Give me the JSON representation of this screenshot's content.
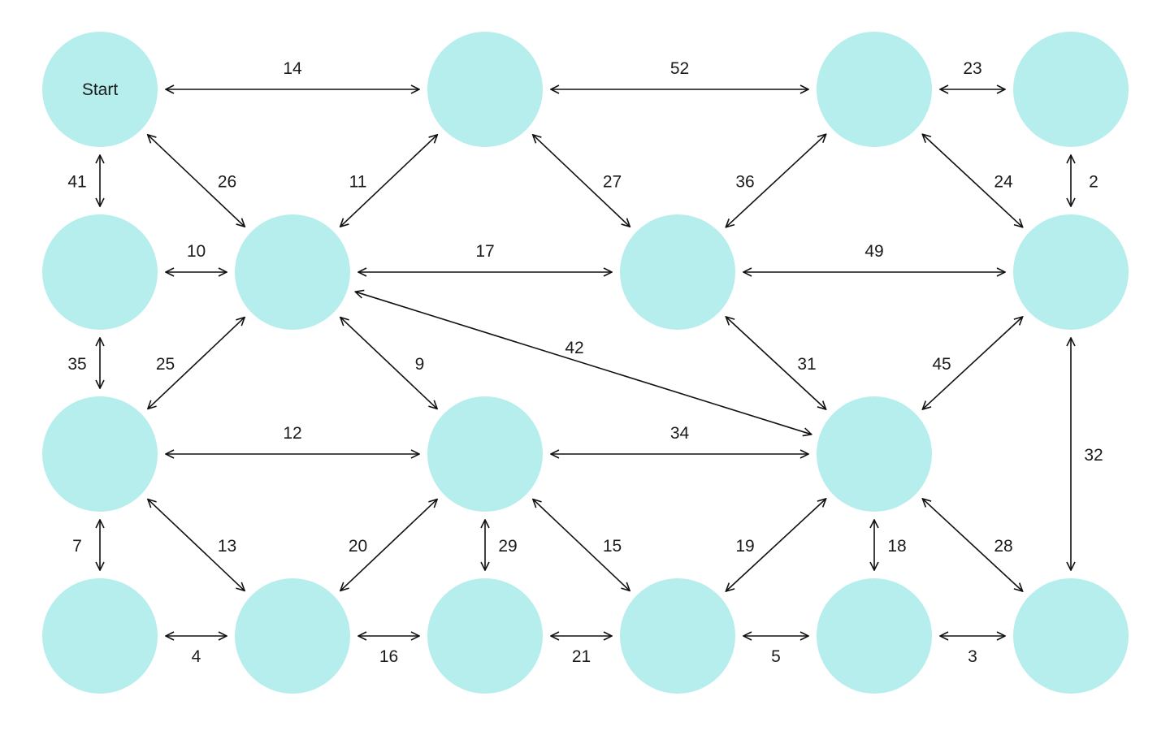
{
  "colors": {
    "node_fill": "#b5eeec",
    "edge_stroke": "#111111",
    "text": "#1b1b1b",
    "background": "#ffffff"
  },
  "nodes": [
    {
      "id": "r0c0",
      "row": 0,
      "col": 0,
      "label": "Start"
    },
    {
      "id": "r0c2",
      "row": 0,
      "col": 2,
      "label": ""
    },
    {
      "id": "r0c4",
      "row": 0,
      "col": 4,
      "label": ""
    },
    {
      "id": "r0c5",
      "row": 0,
      "col": 5,
      "label": ""
    },
    {
      "id": "r1c0",
      "row": 1,
      "col": 0,
      "label": ""
    },
    {
      "id": "r1c1",
      "row": 1,
      "col": 1,
      "label": ""
    },
    {
      "id": "r1c3",
      "row": 1,
      "col": 3,
      "label": ""
    },
    {
      "id": "r1c5",
      "row": 1,
      "col": 5,
      "label": ""
    },
    {
      "id": "r2c0",
      "row": 2,
      "col": 0,
      "label": ""
    },
    {
      "id": "r2c2",
      "row": 2,
      "col": 2,
      "label": ""
    },
    {
      "id": "r2c4",
      "row": 2,
      "col": 4,
      "label": ""
    },
    {
      "id": "r3c0",
      "row": 3,
      "col": 0,
      "label": ""
    },
    {
      "id": "r3c1",
      "row": 3,
      "col": 1,
      "label": ""
    },
    {
      "id": "r3c2",
      "row": 3,
      "col": 2,
      "label": ""
    },
    {
      "id": "r3c3",
      "row": 3,
      "col": 3,
      "label": ""
    },
    {
      "id": "r3c4",
      "row": 3,
      "col": 4,
      "label": ""
    },
    {
      "id": "r3c5",
      "row": 3,
      "col": 5,
      "label": ""
    }
  ],
  "edges": [
    {
      "from": "r0c0",
      "to": "r0c2",
      "weight": "14"
    },
    {
      "from": "r0c2",
      "to": "r0c4",
      "weight": "52"
    },
    {
      "from": "r0c4",
      "to": "r0c5",
      "weight": "23"
    },
    {
      "from": "r0c0",
      "to": "r1c0",
      "weight": "41"
    },
    {
      "from": "r0c0",
      "to": "r1c1",
      "weight": "26"
    },
    {
      "from": "r0c2",
      "to": "r1c1",
      "weight": "11"
    },
    {
      "from": "r0c2",
      "to": "r1c3",
      "weight": "27"
    },
    {
      "from": "r0c4",
      "to": "r1c3",
      "weight": "36"
    },
    {
      "from": "r0c4",
      "to": "r1c5",
      "weight": "24"
    },
    {
      "from": "r0c5",
      "to": "r1c5",
      "weight": "2"
    },
    {
      "from": "r1c0",
      "to": "r1c1",
      "weight": "10"
    },
    {
      "from": "r1c1",
      "to": "r1c3",
      "weight": "17"
    },
    {
      "from": "r1c3",
      "to": "r1c5",
      "weight": "49"
    },
    {
      "from": "r1c0",
      "to": "r2c0",
      "weight": "35"
    },
    {
      "from": "r1c1",
      "to": "r2c0",
      "weight": "25"
    },
    {
      "from": "r1c1",
      "to": "r2c2",
      "weight": "9"
    },
    {
      "from": "r1c1",
      "to": "r2c4",
      "weight": "42"
    },
    {
      "from": "r1c3",
      "to": "r2c4",
      "weight": "31"
    },
    {
      "from": "r1c5",
      "to": "r2c4",
      "weight": "45"
    },
    {
      "from": "r1c5",
      "to": "r3c5",
      "weight": "32"
    },
    {
      "from": "r2c0",
      "to": "r2c2",
      "weight": "12"
    },
    {
      "from": "r2c2",
      "to": "r2c4",
      "weight": "34"
    },
    {
      "from": "r2c0",
      "to": "r3c0",
      "weight": "7"
    },
    {
      "from": "r2c0",
      "to": "r3c1",
      "weight": "13"
    },
    {
      "from": "r2c2",
      "to": "r3c1",
      "weight": "20"
    },
    {
      "from": "r2c2",
      "to": "r3c2",
      "weight": "29"
    },
    {
      "from": "r2c2",
      "to": "r3c3",
      "weight": "15"
    },
    {
      "from": "r2c4",
      "to": "r3c3",
      "weight": "19"
    },
    {
      "from": "r2c4",
      "to": "r3c4",
      "weight": "18"
    },
    {
      "from": "r2c4",
      "to": "r3c5",
      "weight": "28"
    },
    {
      "from": "r3c0",
      "to": "r3c1",
      "weight": "4"
    },
    {
      "from": "r3c1",
      "to": "r3c2",
      "weight": "16"
    },
    {
      "from": "r3c2",
      "to": "r3c3",
      "weight": "21"
    },
    {
      "from": "r3c3",
      "to": "r3c4",
      "weight": "5"
    },
    {
      "from": "r3c4",
      "to": "r3c5",
      "weight": "3"
    }
  ]
}
